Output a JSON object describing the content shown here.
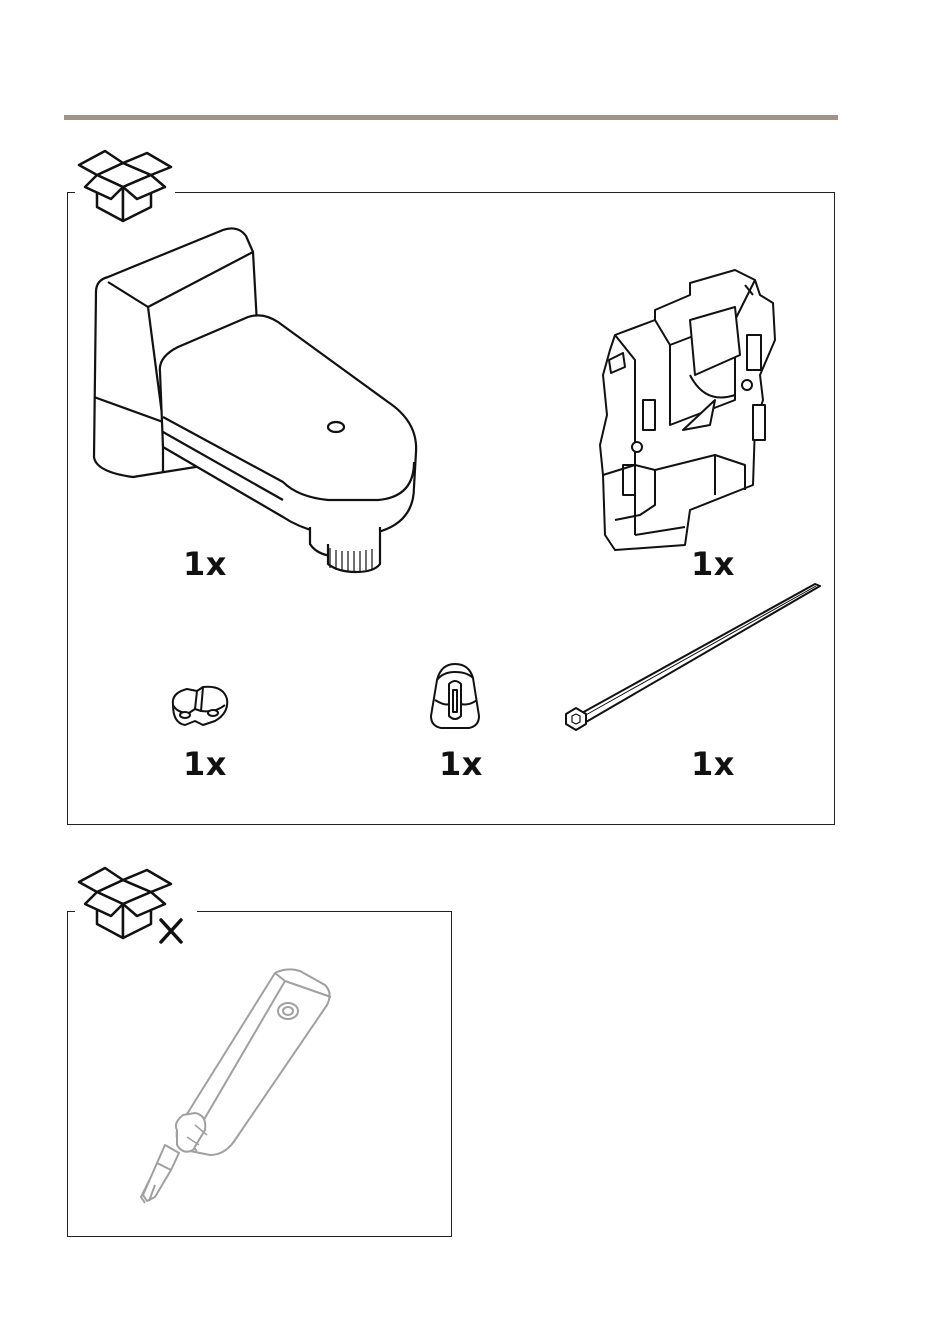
{
  "included": {
    "icon": "box-open-icon",
    "items": [
      {
        "icon": "wall-bracket-icon",
        "quantity": "1x"
      },
      {
        "icon": "mounting-plate-icon",
        "quantity": "1x"
      },
      {
        "icon": "cable-gasket-icon",
        "quantity": "1x"
      },
      {
        "icon": "plug-insert-icon",
        "quantity": "1x"
      },
      {
        "icon": "cable-tie-icon",
        "quantity": "1x"
      }
    ]
  },
  "not_included": {
    "icon": "box-crossed-icon",
    "items": [
      {
        "icon": "punch-down-tool-icon"
      }
    ]
  },
  "colors": {
    "rule": "#a39487",
    "stroke": "#222222",
    "tool_stroke": "#999999"
  }
}
